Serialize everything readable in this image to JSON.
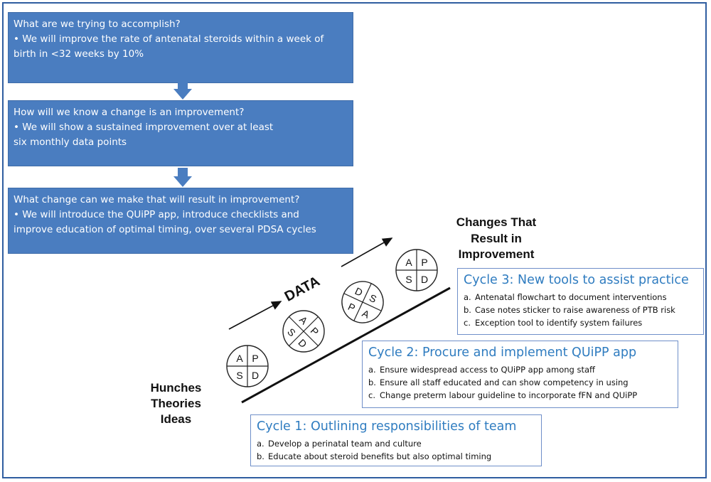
{
  "goal_boxes": [
    {
      "question": "What are we trying to accomplish?",
      "answer_lines": [
        "•  We will improve the rate of antenatal steroids within a week of",
        "birth in <32 weeks by 10%"
      ]
    },
    {
      "question": "How will we know a change is an improvement?",
      "answer_lines": [
        "•  We will show a sustained improvement over at least",
        "six monthly data points"
      ]
    },
    {
      "question": "What change can we make that will result in improvement?",
      "answer_lines": [
        "•  We will introduce the QUiPP app, introduce checklists and",
        "improve education of optimal timing, over several PDSA cycles"
      ]
    }
  ],
  "diagram": {
    "data_label": "DATA",
    "start_label": [
      "Hunches",
      "Theories",
      "Ideas"
    ],
    "end_label": [
      "Changes That",
      "Result in",
      "Improvement"
    ],
    "pdsa_wheels": [
      {
        "letters": [
          "A",
          "P",
          "S",
          "D"
        ]
      },
      {
        "letters": [
          "A",
          "P",
          "S",
          "D"
        ]
      },
      {
        "letters": [
          "D",
          "S",
          "P",
          "A"
        ]
      },
      {
        "letters": [
          "A",
          "P",
          "S",
          "D"
        ]
      }
    ]
  },
  "cycles": [
    {
      "title": "Cycle 3: New tools to assist practice",
      "items": [
        {
          "letter": "a.",
          "text": "Antenatal flowchart to document interventions"
        },
        {
          "letter": "b.",
          "text": "Case notes sticker to raise awareness of PTB risk"
        },
        {
          "letter": "c.",
          "text": "Exception tool to identify system failures"
        }
      ]
    },
    {
      "title": "Cycle 2: Procure and implement QUiPP app",
      "items": [
        {
          "letter": "a.",
          "text": "Ensure widespread access to QUiPP app among staff"
        },
        {
          "letter": "b.",
          "text": "Ensure all staff educated and can show competency in using"
        },
        {
          "letter": "c.",
          "text": "Change preterm labour guideline to incorporate fFN and QUiPP"
        }
      ]
    },
    {
      "title": "Cycle 1: Outlining responsibilities of team",
      "items": [
        {
          "letter": "a.",
          "text": "Develop a perinatal team and culture"
        },
        {
          "letter": "b.",
          "text": "Educate about steroid benefits but also optimal timing"
        }
      ]
    }
  ],
  "colors": {
    "box_fill": "#4a7dc0",
    "cycle_title": "#2f7cc0",
    "border": "#2f5da0"
  }
}
